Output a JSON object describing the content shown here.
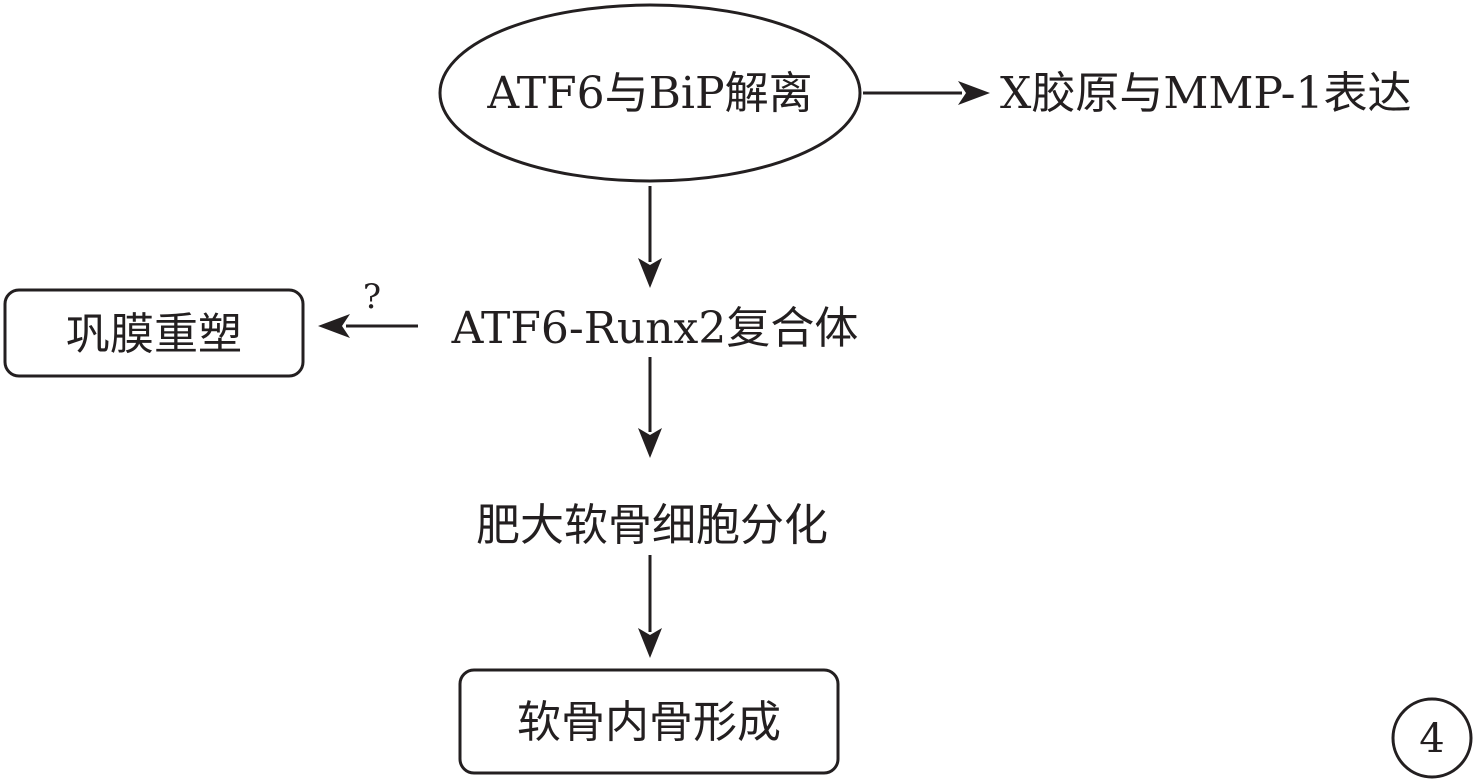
{
  "nodes": {
    "atf6_bip": "ATF6与BiP解离",
    "collagen_mmp": "X胶原与MMP-1表达",
    "atf6_runx2": "ATF6-Runx2复合体",
    "scleral_remodeling": "巩膜重塑",
    "chondrocyte_diff": "肥大软骨细胞分化",
    "endochondral": "软骨内骨形成"
  },
  "question_mark": "?",
  "panel_number": "4",
  "colors": {
    "ink": "#231f20",
    "background": "#ffffff"
  }
}
